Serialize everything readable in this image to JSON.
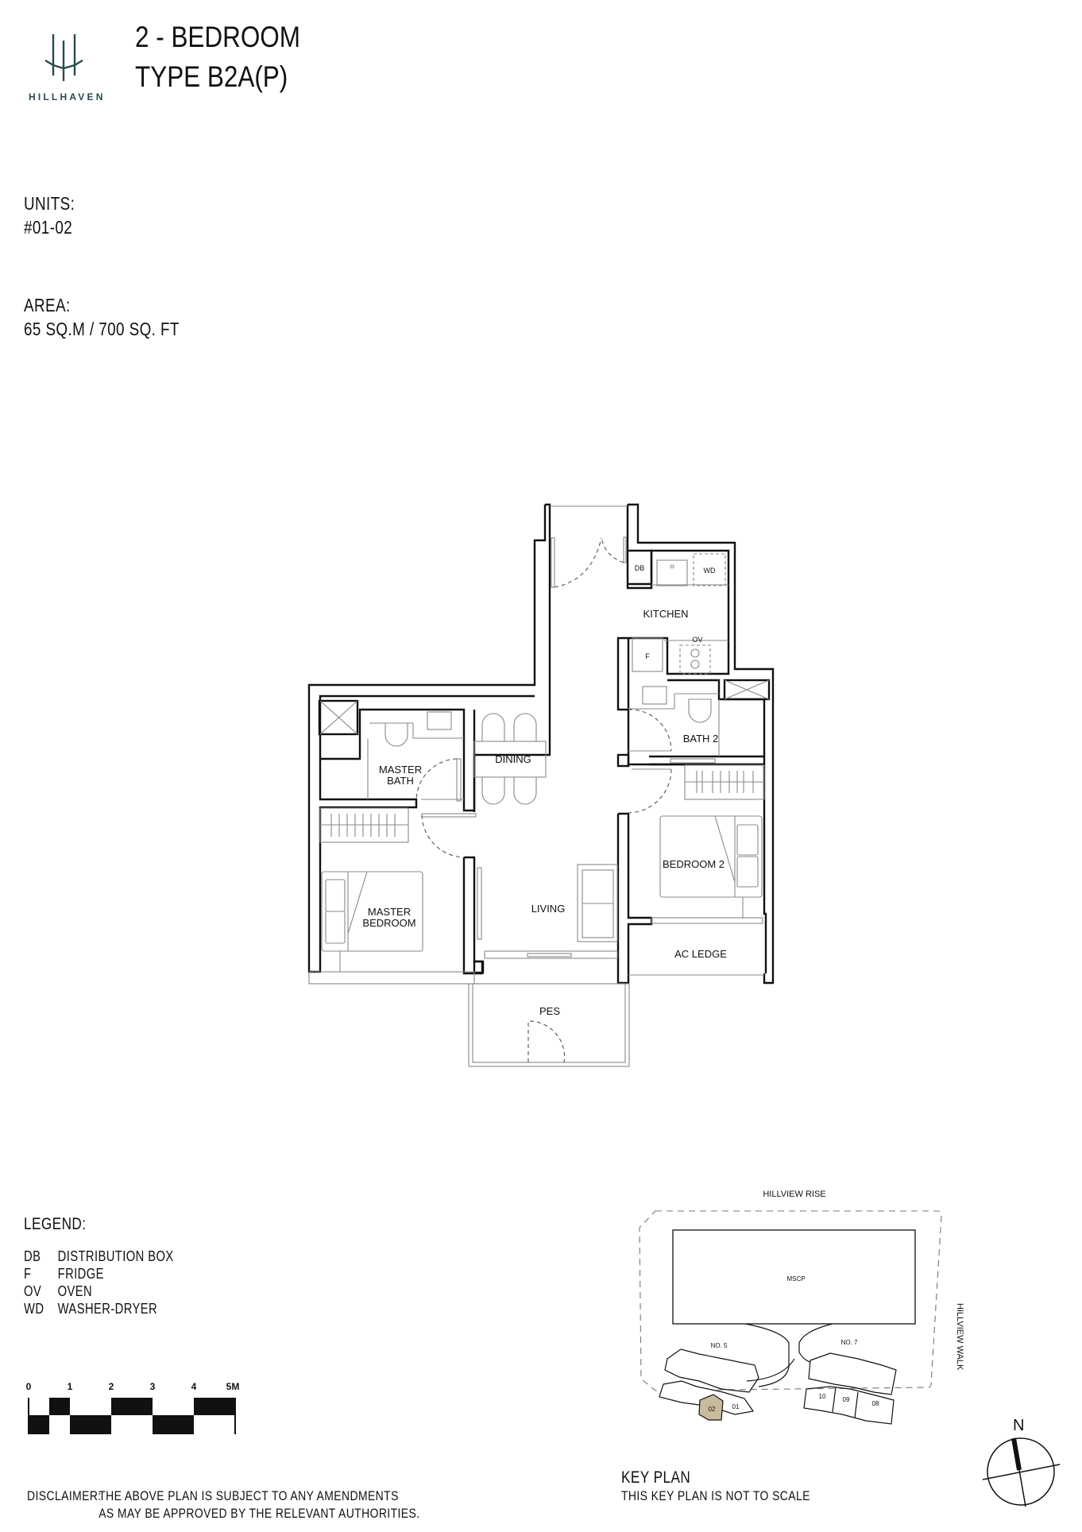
{
  "brand": {
    "name": "HILLHAVEN",
    "logo_color": "#2a4a4e"
  },
  "header": {
    "title_line1": "2 - BEDROOM",
    "title_line2": "TYPE B2A(P)"
  },
  "units": {
    "label": "UNITS:",
    "value": "#01-02"
  },
  "area": {
    "label": "AREA:",
    "value": "65 SQ.M / 700 SQ. FT"
  },
  "floor_plan": {
    "rooms": {
      "kitchen": "KITCHEN",
      "dining": "DINING",
      "master_bath": [
        "MASTER",
        "BATH"
      ],
      "bath2": "BATH 2",
      "master_bedroom": [
        "MASTER",
        "BEDROOM"
      ],
      "living": "LIVING",
      "bedroom2": "BEDROOM 2",
      "ac_ledge": "AC LEDGE",
      "pes": "PES"
    },
    "fixtures": {
      "db": "DB",
      "wd": "WD",
      "f": "F",
      "ov": "OV"
    }
  },
  "legend": {
    "title": "LEGEND:",
    "items": [
      {
        "code": "DB",
        "desc": "DISTRIBUTION BOX"
      },
      {
        "code": "F",
        "desc": "FRIDGE"
      },
      {
        "code": "OV",
        "desc": "OVEN"
      },
      {
        "code": "WD",
        "desc": "WASHER-DRYER"
      }
    ]
  },
  "scale_bar": {
    "ticks": [
      "0",
      "1",
      "2",
      "3",
      "4",
      "5M"
    ]
  },
  "disclaimer": {
    "label": "DISCLAIMER:",
    "line1": "THE ABOVE PLAN IS SUBJECT TO ANY AMENDMENTS",
    "line2": "AS MAY BE APPROVED BY THE RELEVANT AUTHORITIES."
  },
  "key_plan": {
    "title": "KEY PLAN",
    "note": "THIS KEY PLAN IS NOT TO SCALE",
    "road_top": "HILLVIEW RISE",
    "road_right": "HILLVIEW WALK",
    "mscp": "MSCP",
    "block_5": "NO. 5",
    "block_7": "NO. 7",
    "units": [
      "02",
      "01",
      "10",
      "09",
      "08"
    ],
    "highlight_unit": "02",
    "highlight_color": "#c8bc9c"
  },
  "compass": {
    "north_label": "N"
  }
}
